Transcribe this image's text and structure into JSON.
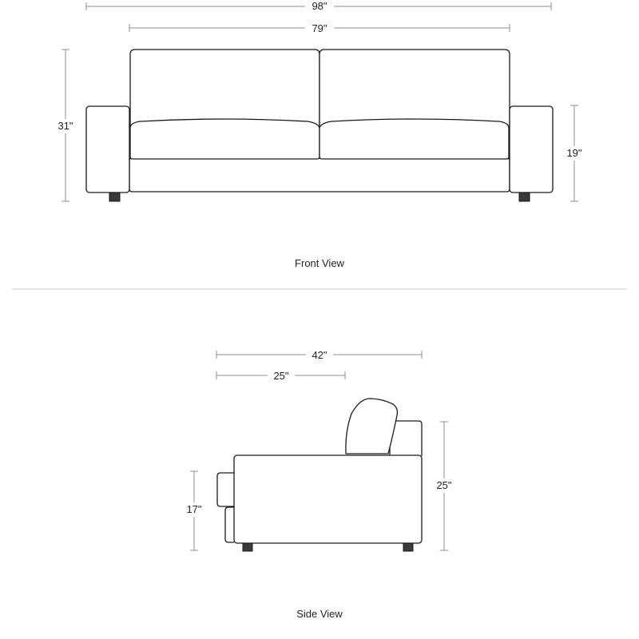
{
  "front_view": {
    "label": "Front View",
    "dimensions": {
      "overall_width": "98\"",
      "seat_width": "79\"",
      "overall_height": "31\"",
      "arm_height": "19\""
    }
  },
  "side_view": {
    "label": "Side View",
    "dimensions": {
      "overall_depth": "42\"",
      "seat_depth": "25\"",
      "seat_height": "17\"",
      "arm_height": "25\""
    }
  },
  "colors": {
    "outline": "#1a1a1a",
    "dimension_line": "#8c8c8c",
    "divider": "#c8c8c8",
    "text": "#222222"
  }
}
